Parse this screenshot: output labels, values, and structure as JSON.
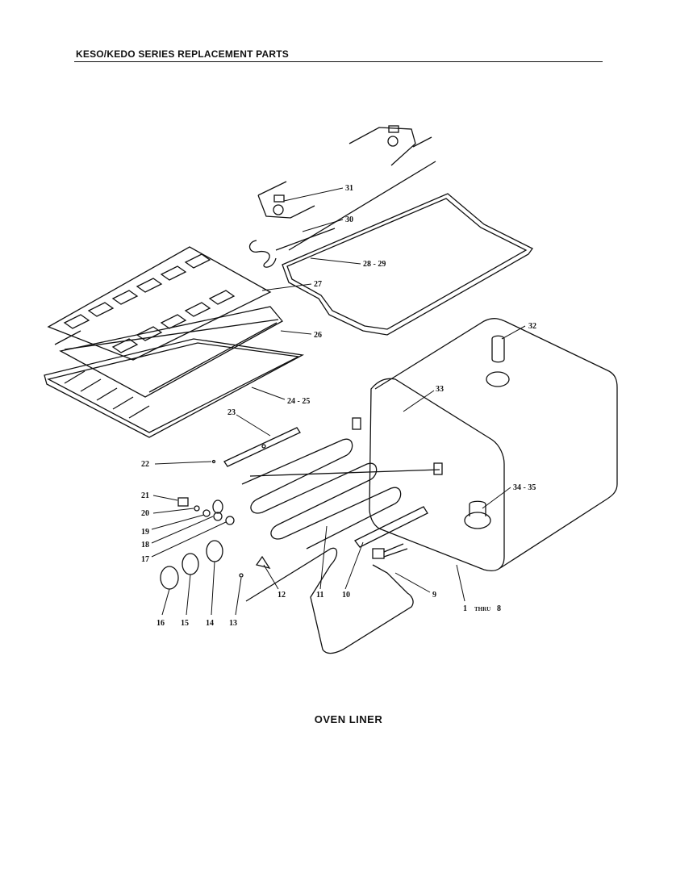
{
  "header": {
    "title": "KESO/KEDO SERIES REPLACEMENT PARTS"
  },
  "caption": "OVEN LINER",
  "callouts": {
    "c31": "31",
    "c30": "30",
    "c28_29": "28 - 29",
    "c27": "27",
    "c26": "26",
    "c24_25": "24 - 25",
    "c23": "23",
    "c22": "22",
    "c21": "21",
    "c20": "20",
    "c19": "19",
    "c18": "18",
    "c17": "17",
    "c16": "16",
    "c15": "15",
    "c14": "14",
    "c13": "13",
    "c12": "12",
    "c11": "11",
    "c10": "10",
    "c9": "9",
    "c1_8_start": "1",
    "c1_8_thru": "THRU",
    "c1_8_end": "8",
    "c32": "32",
    "c33": "33",
    "c34_35": "34 - 35"
  }
}
